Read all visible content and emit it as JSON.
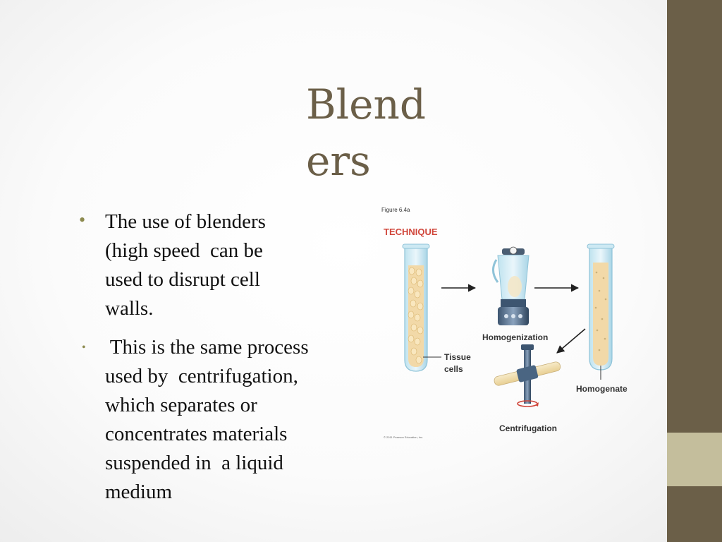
{
  "slide": {
    "title_lines": [
      "Blend",
      "ers"
    ],
    "bullets": [
      {
        "lines": [
          "The use of blenders",
          "(high speed  can be",
          "used to disrupt cell",
          "walls."
        ]
      },
      {
        "lines": [
          " This is the same process",
          "used by  centrifugation,",
          "which separates or",
          "concentrates materials",
          "suspended in  a liquid",
          "medium"
        ]
      }
    ]
  },
  "figure": {
    "figure_label": "Figure 6.4a",
    "heading": "TECHNIQUE",
    "labels": {
      "tissue_line1": "Tissue",
      "tissue_line2": "cells",
      "homogenization": "Homogenization",
      "homogenate": "Homogenate",
      "centrifugation": "Centrifugation"
    },
    "copyright": "© 2011 Pearson Education, Inc.",
    "icons": [
      "test-tube-icon",
      "blender-icon",
      "centrifuge-icon",
      "arrow-right-icon"
    ]
  },
  "colors": {
    "title": "#6b5f48",
    "sidebar": "#6b5f48",
    "sidebar_accent": "#c4be9c",
    "bullet": "#8c8a4e",
    "technique": "#d0453a",
    "tube_fill": "#f2d9a8"
  }
}
